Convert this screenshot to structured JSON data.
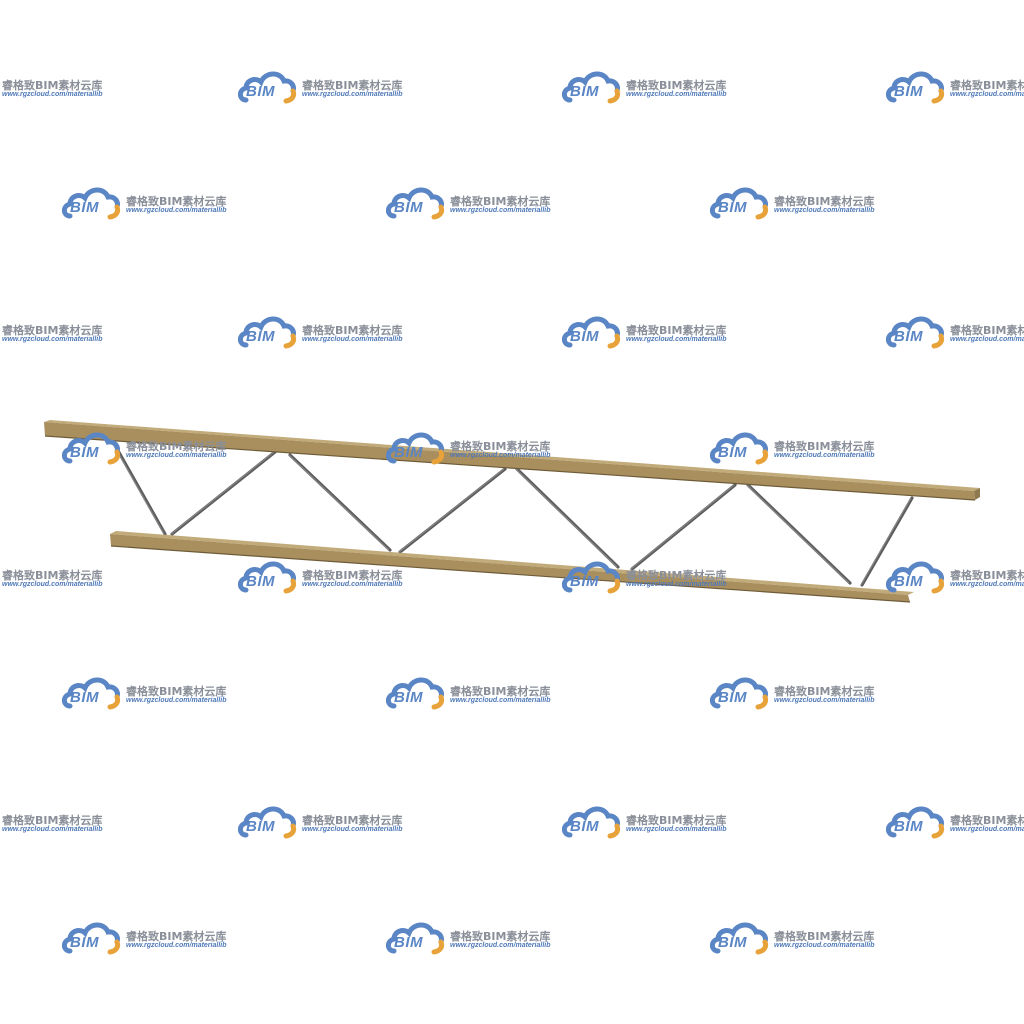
{
  "watermark": {
    "brand": "BIM",
    "name": "睿格致BIM素材云库",
    "url": "www.rgzcloud.com/materiallib",
    "colors": {
      "cloud_blue": "#5b86c5",
      "cloud_orange": "#e8a23a",
      "text_gray": "#8a8f99",
      "url_blue": "#4f79b8"
    }
  },
  "truss": {
    "subject": "steel-wood-truss-joist",
    "colors": {
      "chord_top": "#b59e6e",
      "chord_side": "#8f7a4f",
      "chord_edge": "#6e5c39",
      "web_bar": "#5d5d5d",
      "web_highlight": "#8a8a8a"
    }
  }
}
